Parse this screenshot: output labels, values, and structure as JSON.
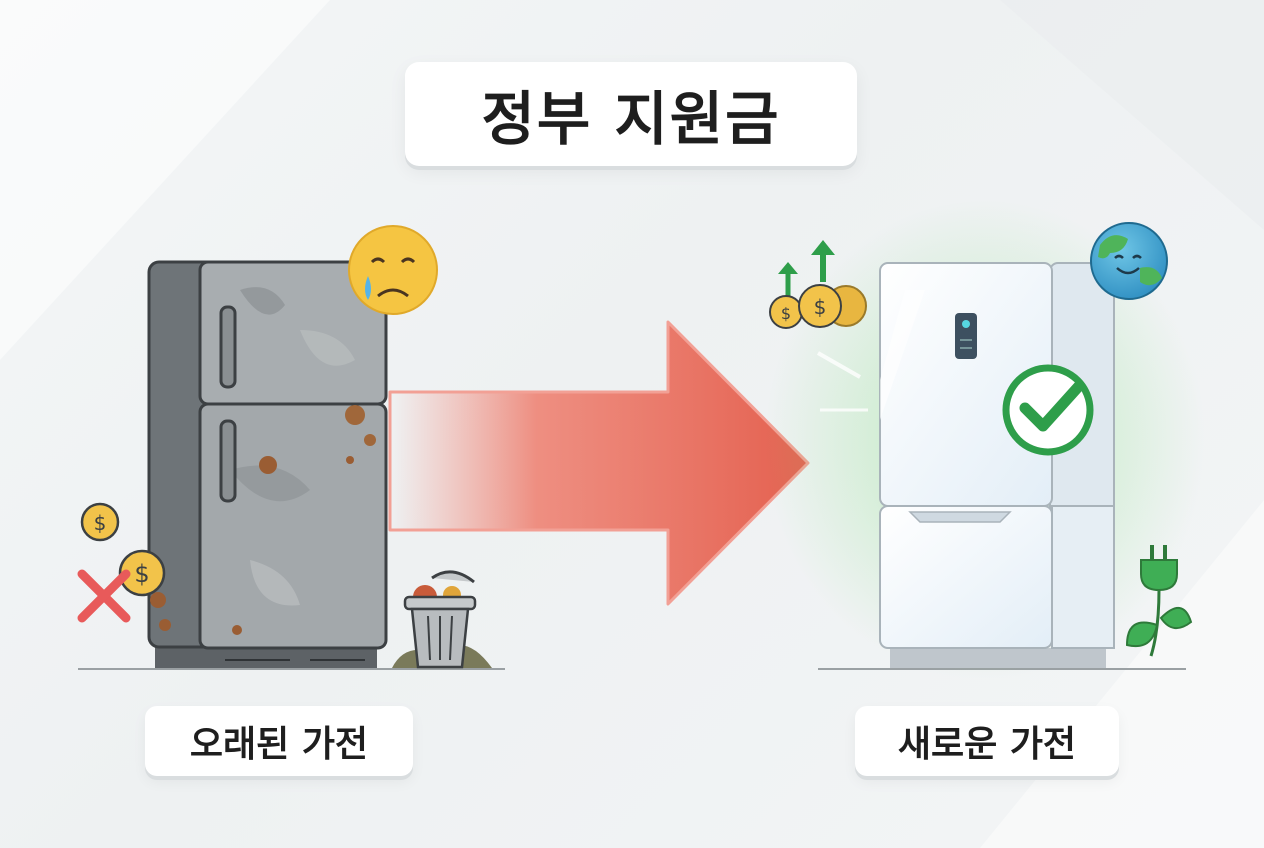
{
  "title": "정부 지원금",
  "old_label": "오래된 가전",
  "new_label": "새로운 가전",
  "colors": {
    "arrow": "#e86a5a",
    "check": "#2e9e4a",
    "coin": "#f2c34a",
    "cross": "#e85a5a",
    "emoji_sad": "#f5c542"
  }
}
